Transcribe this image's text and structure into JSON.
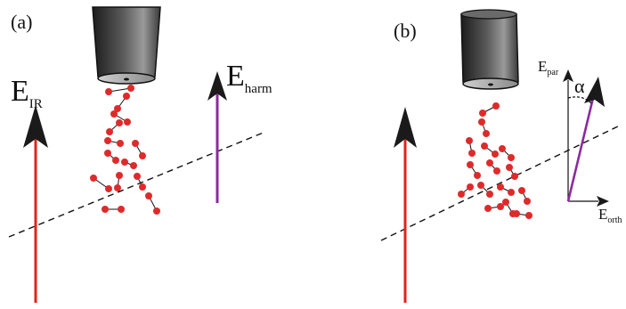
{
  "panels": [
    {
      "label": "(a)",
      "field_left": {
        "symbol": "E",
        "subscript": "IR"
      },
      "field_right": {
        "symbol": "E",
        "subscript": "harm"
      }
    },
    {
      "label": "(b)",
      "field_par": {
        "symbol": "E",
        "subscript": "par"
      },
      "field_orth": {
        "symbol": "E",
        "subscript": "orth"
      },
      "angle": "α"
    }
  ],
  "colors": {
    "ir_arrow": "#e2231a",
    "harm_arrow": "#8b2a9e",
    "molecule": "#e02a2a",
    "arrowhead": "#1a1a1a",
    "nozzle_dark": "#222222",
    "nozzle_light": "#9a9a9a"
  },
  "icons": [
    "gas-nozzle-icon",
    "gas-nozzle-icon"
  ]
}
